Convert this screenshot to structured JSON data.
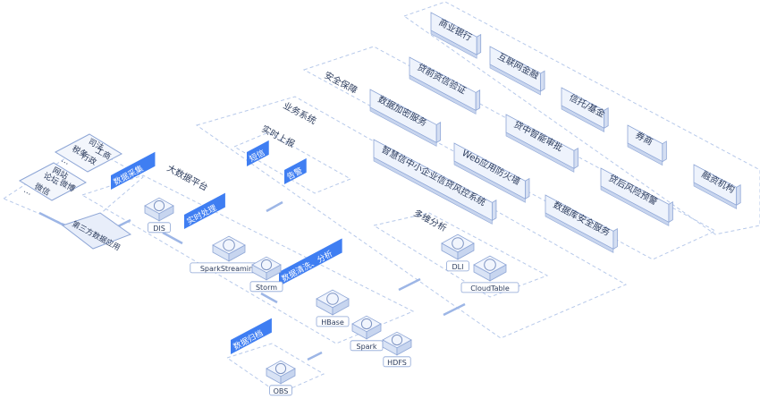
{
  "institutions": [
    "商业银行",
    "互联网金融",
    "信托/基金",
    "券商",
    "融资机构"
  ],
  "security": {
    "title": "安全保障",
    "items": [
      "贷前资信验证",
      "数据加密服务",
      "贷中智能审批",
      "贷后风险预警",
      "Web应用防火墙",
      "数据库安全服务"
    ]
  },
  "business": {
    "title": "业务系统",
    "core": "智慧信中小企业信贷风控系统"
  },
  "realtime_report": {
    "title": "实时上报",
    "items": [
      "短信",
      "告警"
    ]
  },
  "sources": {
    "lines": [
      [
        "司法",
        "工商",
        "税务",
        "行政"
      ],
      [
        "网站",
        "论坛",
        "微博",
        "微信"
      ]
    ],
    "ellipsis": "…",
    "app": "第三方数据应用"
  },
  "bigdata": {
    "title": "大数据平台",
    "collect": "数据采集",
    "dis": "DIS",
    "realtime": "实时处理",
    "spark_streaming": "SparkStreaming",
    "storm": "Storm",
    "clean": "数据清洗、分析",
    "hbase": "HBase",
    "spark": "Spark",
    "hdfs": "HDFS"
  },
  "multi_analysis": {
    "title": "多维分析",
    "dli": "DLI",
    "cloudtable": "CloudTable"
  },
  "archive": {
    "title": "数据归档",
    "obs": "OBS"
  },
  "colors": {
    "blue": "#3f7ef2",
    "dash": "#b7c9ea",
    "box_top": "#eef3fc",
    "box_side": "#d4def2",
    "box_stroke": "#8ea6d6",
    "text": "#2b3b5c"
  }
}
